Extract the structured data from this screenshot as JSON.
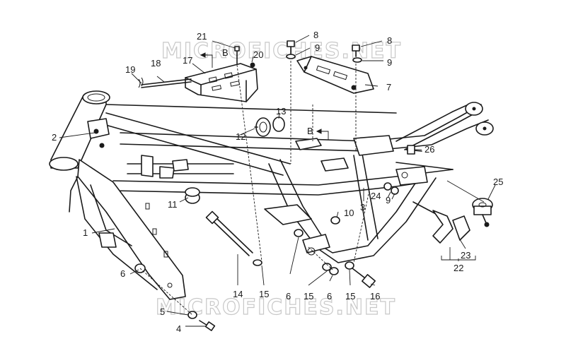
{
  "watermark": {
    "top": "MICROFICHES.NET",
    "bottom": "MICROFICHES.NET"
  },
  "callouts": {
    "c1": "1",
    "c2": "2",
    "c3": "3",
    "c4": "4",
    "c5": "5",
    "c6a": "6",
    "c6b": "6",
    "c6c": "6",
    "c7": "7",
    "c8a": "8",
    "c8b": "8",
    "c9a": "9",
    "c9b": "9",
    "c9c": "9",
    "c10": "10",
    "c11": "11",
    "c12": "12",
    "c13": "13",
    "c14": "14",
    "c15a": "15",
    "c15b": "15",
    "c15c": "15",
    "c16": "16",
    "c17": "17",
    "c18": "18",
    "c19": "19",
    "c20": "20",
    "c21": "21",
    "c22": "22",
    "c23": "23",
    "c24": "24",
    "c25": "25",
    "c26": "26",
    "bref1": "B",
    "bref2": "B"
  }
}
